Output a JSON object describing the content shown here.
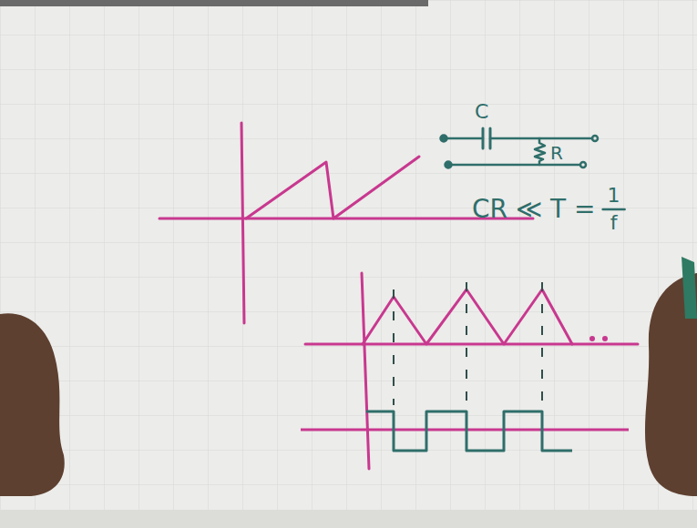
{
  "diagram": {
    "labels": [
      "C",
      "R",
      "CR ≪ T =",
      "1",
      "f"
    ]
  }
}
